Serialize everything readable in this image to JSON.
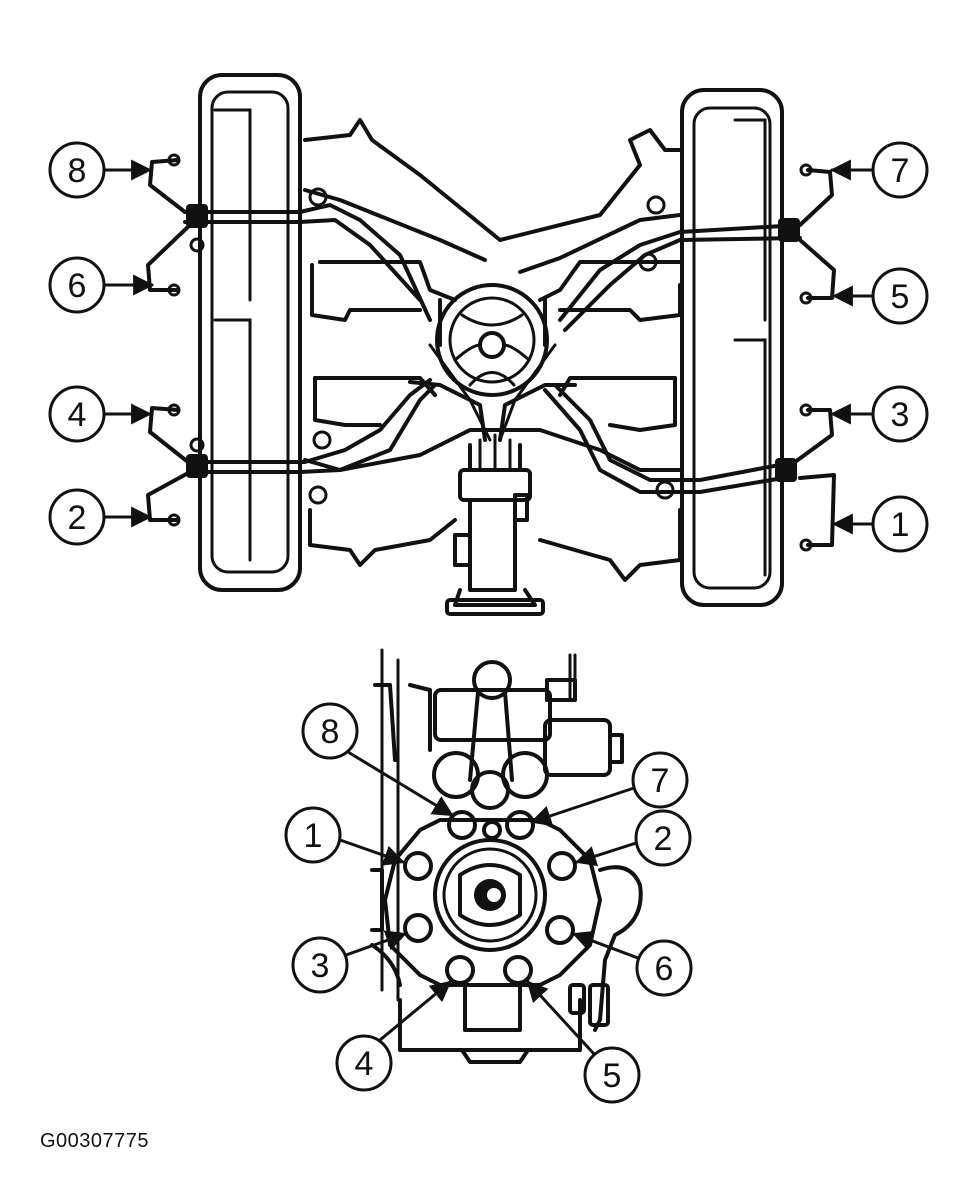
{
  "figure_id": "G00307775",
  "engine_callouts": [
    {
      "id": "8",
      "label": "8"
    },
    {
      "id": "6",
      "label": "6"
    },
    {
      "id": "4",
      "label": "4"
    },
    {
      "id": "2",
      "label": "2"
    },
    {
      "id": "7",
      "label": "7"
    },
    {
      "id": "5",
      "label": "5"
    },
    {
      "id": "3",
      "label": "3"
    },
    {
      "id": "1",
      "label": "1"
    }
  ],
  "pump_callouts": [
    {
      "id": "8",
      "label": "8"
    },
    {
      "id": "7",
      "label": "7"
    },
    {
      "id": "1",
      "label": "1"
    },
    {
      "id": "2",
      "label": "2"
    },
    {
      "id": "3",
      "label": "3"
    },
    {
      "id": "6",
      "label": "6"
    },
    {
      "id": "4",
      "label": "4"
    },
    {
      "id": "5",
      "label": "5"
    }
  ],
  "colors": {
    "line": "#111111",
    "background": "#ffffff"
  }
}
